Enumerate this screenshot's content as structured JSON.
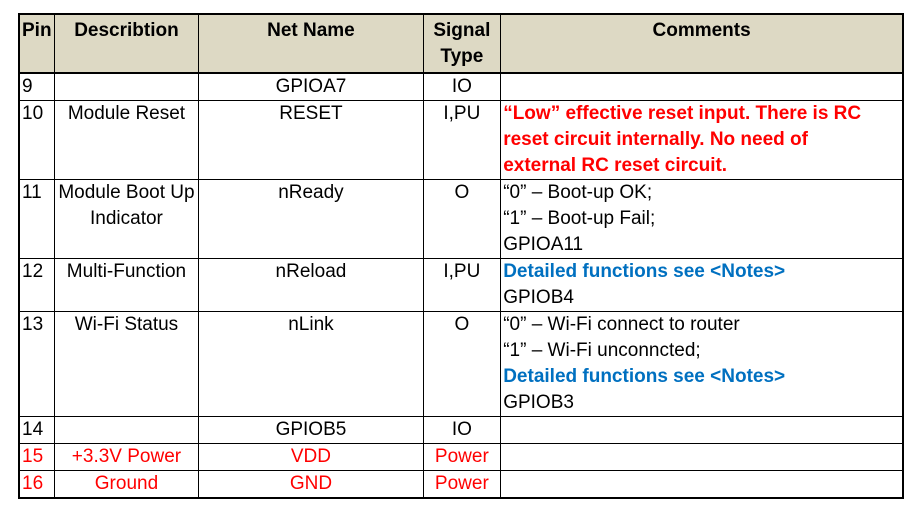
{
  "headers": {
    "pin": "Pin",
    "description": "Describtion",
    "net_name": "Net Name",
    "signal_type_line1": "Signal",
    "signal_type_line2": "Type",
    "comments": "Comments"
  },
  "colors": {
    "header_bg": "#ddd9c4",
    "red": "#ff0000",
    "blue": "#0070c0"
  },
  "rows": [
    {
      "pin": "9",
      "desc": "",
      "net": "GPIOA7",
      "type": "IO",
      "comments": []
    },
    {
      "pin": "10",
      "desc": "Module Reset",
      "net": "RESET",
      "type": "I,PU",
      "comments": [
        {
          "text": "“Low” effective reset input. There is RC",
          "style": "red"
        },
        {
          "text": "reset circuit internally. No need of",
          "style": "red"
        },
        {
          "text": "external RC reset circuit.",
          "style": "red"
        }
      ]
    },
    {
      "pin": "11",
      "desc": "Module Boot Up Indicator",
      "net": "nReady",
      "type": "O",
      "comments": [
        {
          "text": "“0” – Boot-up OK;",
          "style": "normal"
        },
        {
          "text": "“1” – Boot-up Fail;",
          "style": "normal"
        },
        {
          "text": "GPIOA11",
          "style": "normal"
        }
      ]
    },
    {
      "pin": "12",
      "desc": "Multi-Function",
      "net": "nReload",
      "type": "I,PU",
      "comments": [
        {
          "text": "Detailed functions see <Notes>",
          "style": "blue"
        },
        {
          "text": "GPIOB4",
          "style": "normal"
        }
      ]
    },
    {
      "pin": "13",
      "desc": "Wi-Fi Status",
      "net": "nLink",
      "type": "O",
      "comments": [
        {
          "text": "“0” – Wi-Fi connect to router",
          "style": "normal"
        },
        {
          "text": "“1” – Wi-Fi unconncted;",
          "style": "normal"
        },
        {
          "text": "Detailed functions see <Notes>",
          "style": "blue"
        },
        {
          "text": "GPIOB3",
          "style": "normal"
        }
      ]
    },
    {
      "pin": "14",
      "desc": "",
      "net": "GPIOB5",
      "type": "IO",
      "comments": []
    },
    {
      "pin": "15",
      "desc": "+3.3V Power",
      "net": "VDD",
      "type": "Power",
      "comments": [],
      "red": true
    },
    {
      "pin": "16",
      "desc": "Ground",
      "net": "GND",
      "type": "Power",
      "comments": [],
      "red": true
    }
  ]
}
